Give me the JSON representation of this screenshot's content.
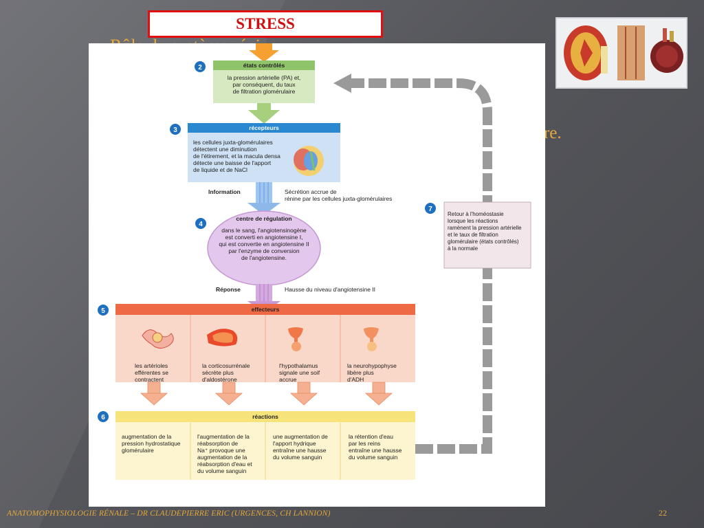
{
  "slide": {
    "title_box": "STRESS",
    "right_fragment": "ire.",
    "footer": "ANATOMOPHYSIOLOGIE RÉNALE – DR CLAUDEPIERRE ERIC (URGENCES, CH LANNION)",
    "page_number": "22"
  },
  "diagram": {
    "step_numbers": [
      "2",
      "3",
      "4",
      "5",
      "6",
      "7"
    ],
    "etats_controles": {
      "header": "états contrôlés",
      "text": [
        "la pression artérielle (PA) et,",
        "par conséquent, du taux",
        "de filtration glomérulaire"
      ]
    },
    "recepteurs": {
      "header": "récepteurs",
      "text": [
        "les cellules juxta-glomérulaires",
        "détectent une diminution",
        "de l'étirement, et la macula densa",
        "détecte une baisse de l'apport",
        "de liquide et de NaCl"
      ]
    },
    "information": {
      "label": "Information",
      "text": [
        "Sécrétion accrue de",
        "rénine par les cellules juxta-glomérulaires"
      ]
    },
    "centre": {
      "header": "centre de régulation",
      "text": [
        "dans le sang, l'angiotensinogène",
        "est converti en angiotensine I,",
        "qui est convertie en angiotensine II",
        "par l'enzyme de conversion",
        "de l'angiotensine."
      ]
    },
    "reponse": {
      "label": "Réponse",
      "text": "Hausse du niveau d'angiotensine II"
    },
    "effecteurs": {
      "header": "effecteurs",
      "items": [
        [
          "les artérioles",
          "efférentes se",
          "contractent"
        ],
        [
          "la corticosurrénale",
          "sécrète plus",
          "d'aldostérone"
        ],
        [
          "l'hypothalamus",
          "signale une soif",
          "accrue"
        ],
        [
          "la neurohypophyse",
          "libère plus",
          "d'ADH"
        ]
      ]
    },
    "reactions": {
      "header": "réactions",
      "items": [
        [
          "augmentation de la",
          "pression hydrostatique",
          "glomérulaire"
        ],
        [
          "l'augmentation de la",
          "réabsorption de",
          "Na⁺ provoque une",
          "augmentation de la",
          "réabsorption d'eau et",
          "du volume sanguin"
        ],
        [
          "une augmentation de",
          "l'apport hydrique",
          "entraîne une hausse",
          "du volume sanguin"
        ],
        [
          "la rétention d'eau",
          "par les reins",
          "entraîne une hausse",
          "du volume sanguin"
        ]
      ]
    },
    "retour": {
      "text": [
        "Retour à l'homéostasie",
        "lorsque les réactions",
        "ramènent la pression artérielle",
        "et le taux de filtration",
        "glomérulaire (états contrôlés)",
        "à la normale"
      ]
    }
  }
}
